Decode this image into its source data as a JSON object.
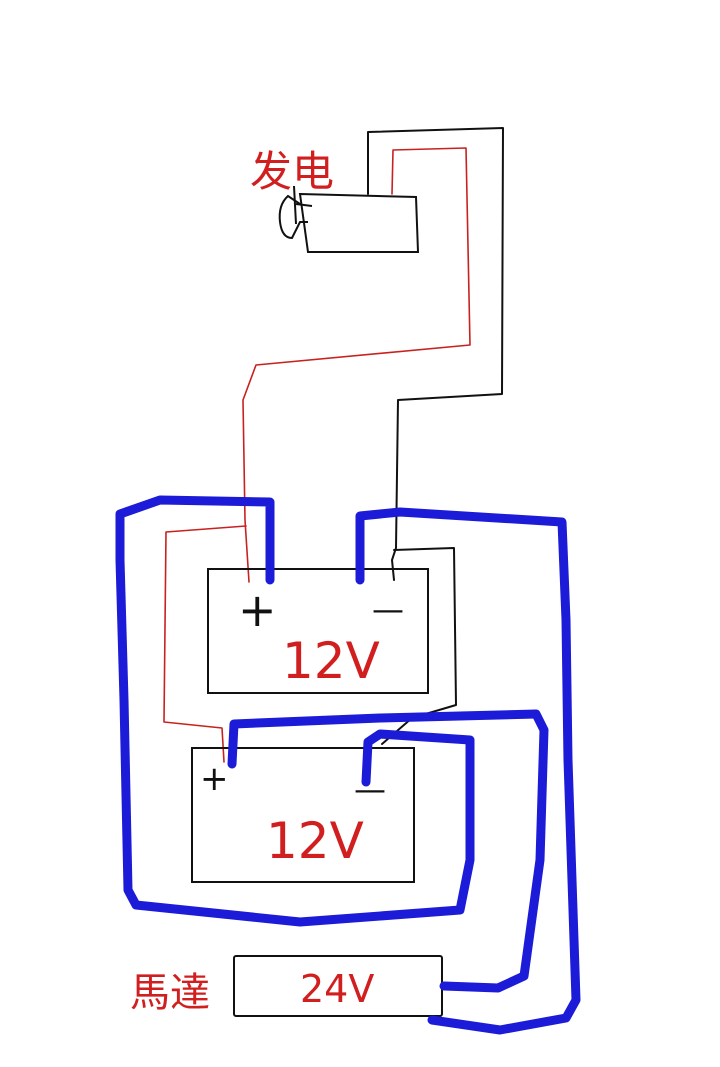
{
  "labels": {
    "generator": "发电",
    "motor": "馬達",
    "battery_top_voltage": "12V",
    "battery_bottom_voltage": "12V",
    "motor_voltage": "24V",
    "plus_sign": "+",
    "minus_sign": "—"
  },
  "colors": {
    "blue_wire": "#1b1bd8",
    "red_wire": "#c8221f",
    "black_wire": "#111111",
    "label_red": "#d11f1f"
  }
}
